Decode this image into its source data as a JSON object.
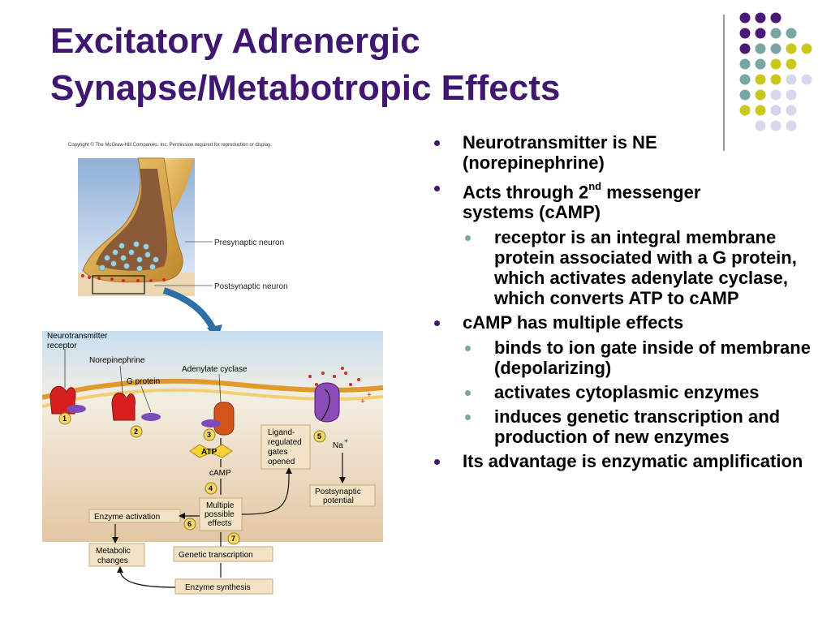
{
  "slide": {
    "title_line1": "Excitatory Adrenergic",
    "title_line2": "Synapse/Metabotropic Effects"
  },
  "colors": {
    "title": "#3f1670",
    "dot_purple": "#4a1a72",
    "dot_teal": "#78a6a4",
    "dot_olive": "#c8c81e",
    "dot_lavender": "#d6d6ec"
  },
  "figure": {
    "copyright": "Copyright © The McGraw-Hill Companies, Inc. Permission required for reproduction or display.",
    "presynaptic_label": "Presynaptic neuron",
    "postsynaptic_label": "Postsynaptic neuron",
    "nt_receptor_label_1": "Neurotransmitter",
    "nt_receptor_label_2": "receptor",
    "norepinephrine_label": "Norepinephrine",
    "g_protein_label": "G protein",
    "adenylate_cyclase_label": "Adenylate cyclase",
    "atp_label": "ATP",
    "camp_label": "cAMP",
    "na_label": "Na",
    "ligand_label_1": "Ligand-",
    "ligand_label_2": "regulated",
    "ligand_label_3": "gates",
    "ligand_label_4": "opened",
    "multiple_effects_1": "Multiple",
    "multiple_effects_2": "possible",
    "multiple_effects_3": "effects",
    "enzyme_activation": "Enzyme activation",
    "metabolic_changes_1": "Metabolic",
    "metabolic_changes_2": "changes",
    "genetic_transcription": "Genetic transcription",
    "enzyme_synthesis": "Enzyme synthesis",
    "postsynaptic_potential_1": "Postsynaptic",
    "postsynaptic_potential_2": "potential",
    "steps": [
      "1",
      "2",
      "3",
      "4",
      "5",
      "6",
      "7"
    ]
  },
  "bullets": {
    "b1_line1": "Neurotransmitter is NE",
    "b1_line2": "(norepinephrine)",
    "b2_pre": "Acts through 2",
    "b2_sup": "nd",
    "b2_post": " messenger",
    "b2_line2": "systems (cAMP)",
    "b2_sub1": "receptor is an integral membrane protein associated with a G protein, which activates adenylate cyclase, which converts ATP to cAMP",
    "b3": "cAMP has multiple effects",
    "b3_sub1": "binds to ion gate inside of membrane (depolarizing)",
    "b3_sub2": "activates cytoplasmic enzymes",
    "b3_sub3": "induces genetic transcription and production of new enzymes",
    "b4": "Its advantage is enzymatic amplification"
  }
}
